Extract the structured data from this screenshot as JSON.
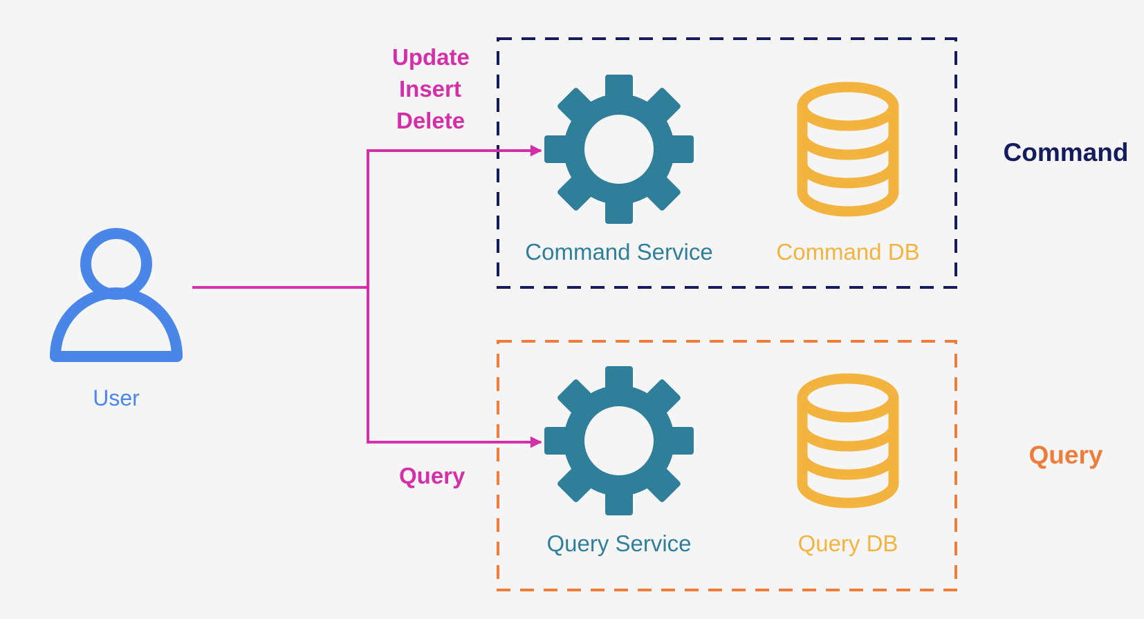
{
  "user": {
    "label": "User",
    "icon": "user-icon",
    "color": "#4a86e8"
  },
  "edges": {
    "color": "#d42ea8",
    "command_operations": [
      "Update",
      "Insert",
      "Delete"
    ],
    "query_operation": "Query"
  },
  "command": {
    "group_label": "Command",
    "group_color": "#141c5e",
    "service_label": "Command Service",
    "service_icon": "gear-icon",
    "db_label": "Command DB",
    "db_icon": "database-icon"
  },
  "query": {
    "group_label": "Query",
    "group_color": "#ee7d3c",
    "service_label": "Query Service",
    "service_icon": "gear-icon",
    "db_label": "Query DB",
    "db_icon": "database-icon"
  },
  "colors": {
    "service": "#2f7f9b",
    "db": "#f2b43e",
    "background": "#f5f5f5"
  }
}
